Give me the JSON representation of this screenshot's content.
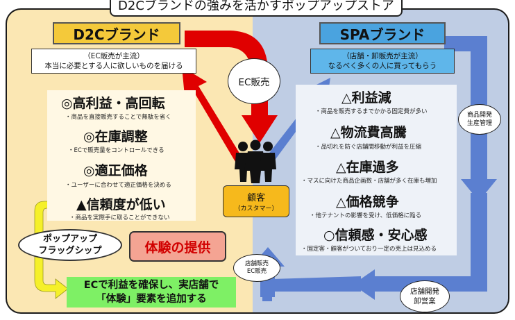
{
  "title": "D2Cブランドの強みを活かすポップアップストア",
  "d2c": {
    "brand": "D2Cブランド",
    "desc_line1": "（EC販売が主流）",
    "desc_line2": "本当に必要とする人に欲しいものを届ける",
    "items": [
      {
        "head": "◎高利益・高回転",
        "sub": "・商品を直接販売することで無駄を省く"
      },
      {
        "head": "◎在庫調整",
        "sub": "・ECで販売量をコントロールできる"
      },
      {
        "head": "◎適正価格",
        "sub": "・ユーザーに合わせて適正価格を決める"
      },
      {
        "head": "▲信頼度が低い",
        "sub": "・商品を実際手に取ることができない"
      }
    ]
  },
  "spa": {
    "brand": "SPAブランド",
    "desc_line1": "（店舗・卸販売が主流）",
    "desc_line2": "なるべく多くの人に買ってもらう",
    "items": [
      {
        "head": "△利益減",
        "sub": "・商品を販売するまでかかる固定費が多い"
      },
      {
        "head": "△物流費高騰",
        "sub": "・品切れを防ぐ店舗間移動が利益を圧縮"
      },
      {
        "head": "△在庫過多",
        "sub": "・マスに向けた商品企画数・店舗が多く在庫も増加"
      },
      {
        "head": "△価格競争",
        "sub": "・他テナントの影響を受け、低価格に陥る"
      },
      {
        "head": "○信頼感・安心感",
        "sub": "・固定客・顧客がついており一定の売上は見込める"
      }
    ]
  },
  "bubbles": {
    "ec_sales": "EC販売",
    "dev_line1": "商品開発",
    "dev_line2": "生産管理",
    "store_line1": "店舗販売",
    "store_line2": "EC販売",
    "open_line1": "店舗開発",
    "open_line2": "卸営業"
  },
  "customer": {
    "label": "顧客",
    "sub": "（カスタマー）"
  },
  "popup": {
    "line1": "ポップアップ",
    "line2": "フラッグシップ"
  },
  "experience": "体験の提供",
  "conclusion": {
    "line1": "ECで利益を確保し、実店舗で",
    "line2": "「体験」要素を追加する"
  },
  "colors": {
    "d2c_bg": "#fbe7b3",
    "spa_bg": "#bfcde4",
    "red_arrow": "#e00000",
    "blue_arrow": "#5b7fd0",
    "yellow_arrow": "#f5f02a",
    "green": "#7ef065"
  }
}
